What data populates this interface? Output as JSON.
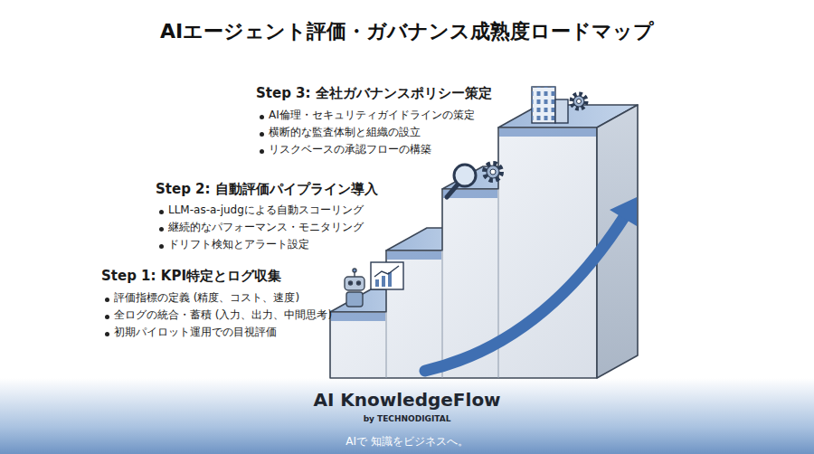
{
  "diagram": {
    "title": "AIエージェント評価・ガバナンス成熟度ロードマップ",
    "nodes": [
      {
        "text": [
          "AI KnowledgeFlow",
          "by TECHNODIGITAL",
          "AIで 知識をビジネスへ。"
        ]
      }
    ],
    "labels": [
      "Step 3: 全社ガバナンスポリシー策定",
      "AI倫理・セキュリティガイドラインの策定",
      "横断的な監査体制と組織の設立",
      "リスクベースの承認フローの構築",
      "Step 2: 自動評価パイプライン導入",
      "LLM-as-a-judgによる自動スコーリング",
      "継続的なパフォーマンス・モニタリング",
      "ドリフト検知とアラート設定",
      "Step 1: KPI特定とログ収集",
      "評価指標の定義 (精度、コスト、速度)",
      "全ログの統合・蓄積 (入力、出力、中間思考)",
      "初期パイロット運用での目視評価"
    ]
  }
}
